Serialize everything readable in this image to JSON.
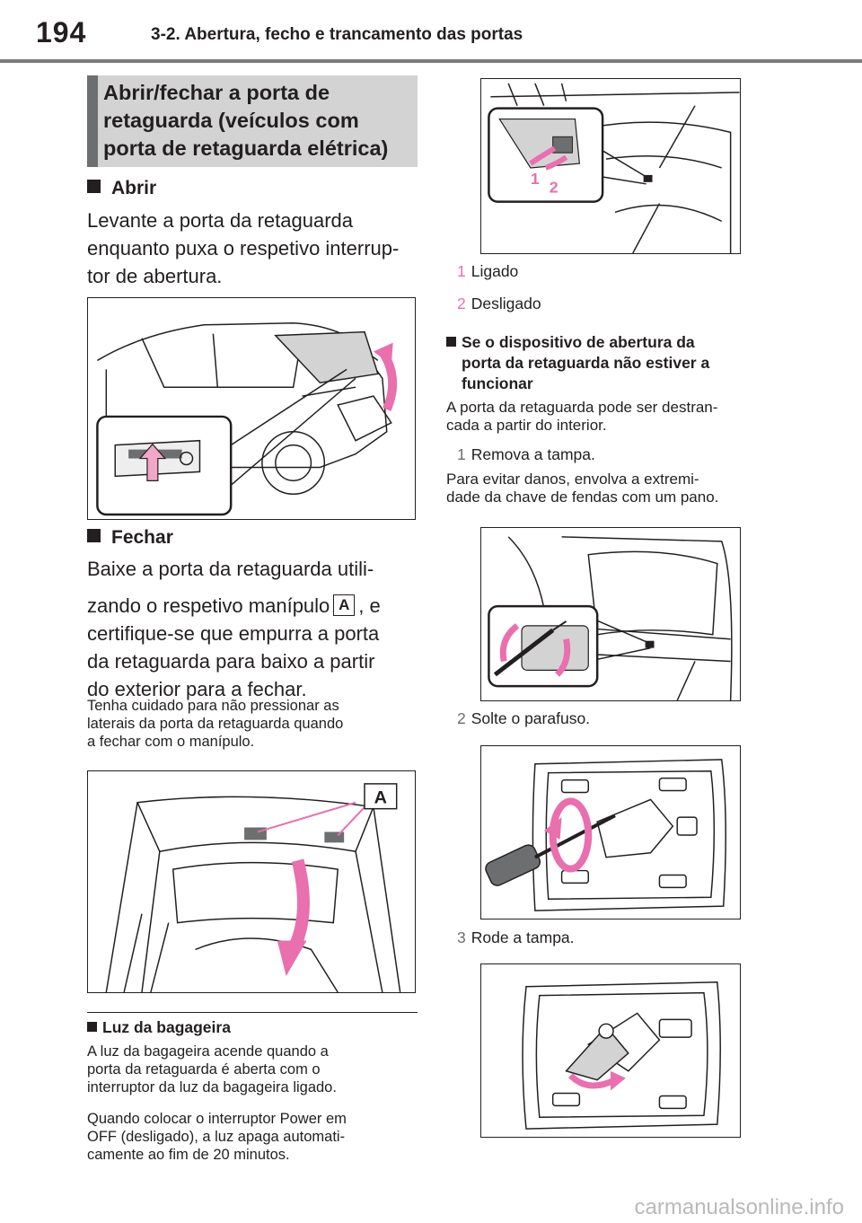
{
  "header": {
    "page_number": "194",
    "chapter_title": "3-2. Abertura, fecho e trancamento das portas"
  },
  "section": {
    "title": "Abrir/fechar a porta de retaguarda (veículos com porta de retaguarda elétrica)"
  },
  "open": {
    "heading": "Abrir",
    "text_lines": [
      "Levante a porta da retaguarda",
      "enquanto puxa o respetivo interrup-",
      "tor de abertura."
    ]
  },
  "close": {
    "heading": "Fechar",
    "text_line1": "Baixe a porta da retaguarda utili-",
    "text_line2_a": "zando o respetivo manípulo",
    "badge": "A",
    "text_line2_b": ", e",
    "text_lines_rest": [
      "certifique-se que empurra a porta",
      "da retaguarda para baixo a partir",
      "do exterior para a fechar."
    ],
    "note_lines": [
      "Tenha cuidado para não pressionar as",
      "laterais da porta da retaguarda quando",
      "a fechar com o manípulo."
    ],
    "figure_label": "A"
  },
  "luggage_light": {
    "heading": "Luz da bagageira",
    "para1_lines": [
      "A luz da bagageira acende quando a",
      "porta da retaguarda é aberta com o",
      "interruptor da luz da bagageira ligado."
    ],
    "para2_lines": [
      "Quando colocar o interruptor Power em",
      "OFF (desligado), a luz apaga automati-",
      "camente ao fim de 20 minutos."
    ]
  },
  "switch_figure": {
    "label1": "1",
    "label2": "2"
  },
  "switch_states": [
    {
      "num": "1",
      "text": "Ligado"
    },
    {
      "num": "2",
      "text": "Desligado"
    }
  ],
  "malfunction": {
    "heading_lines": [
      "Se o dispositivo de abertura da",
      "porta da retaguarda não estiver a",
      "funcionar"
    ],
    "intro_lines": [
      "A porta da retaguarda pode ser destran-",
      "cada a partir do interior."
    ],
    "step1": {
      "num": "1",
      "text": "Remova a tampa."
    },
    "note_lines": [
      "Para evitar danos, envolva a extremi-",
      "dade da chave de fendas com um pano."
    ],
    "step2": {
      "num": "2",
      "text": "Solte o parafuso."
    },
    "step3": {
      "num": "3",
      "text": "Rode a tampa."
    }
  },
  "colors": {
    "accent_pink": "#e96fae",
    "section_bg": "#d3d3d4",
    "section_bar": "#6d6e70",
    "arrow_fill": "#f2a7c8"
  },
  "watermark": "carmanualsonline.info"
}
